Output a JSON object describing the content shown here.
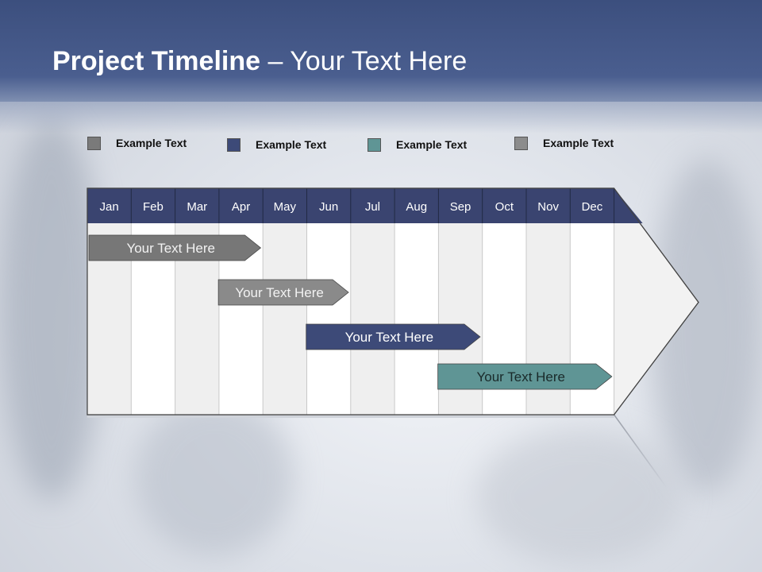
{
  "title": {
    "bold": "Project Timeline",
    "rest": " – Your Text Here"
  },
  "legend": [
    {
      "label": "Example Text",
      "color": "#7a7a7a"
    },
    {
      "label": "Example Text",
      "color": "#3d4a78"
    },
    {
      "label": "Example Text",
      "color": "#5f9595"
    },
    {
      "label": "Example Text",
      "color": "#8c8c8c"
    }
  ],
  "months": [
    "Jan",
    "Feb",
    "Mar",
    "Apr",
    "May",
    "Jun",
    "Jul",
    "Aug",
    "Sep",
    "Oct",
    "Nov",
    "Dec"
  ],
  "colors": {
    "header_band": "#3c4f7e",
    "month_bar": "#3a4470",
    "grid_line": "#c8c8c8",
    "column_shade": "#efefef"
  },
  "tasks": [
    {
      "label": "Your  Text Here",
      "start": 0,
      "end": 3.95,
      "color": "#777777"
    },
    {
      "label": "Your  Text Here",
      "start": 2.95,
      "end": 5.95,
      "color": "#8a8a8a"
    },
    {
      "label": "Your  Text Here",
      "start": 4.95,
      "end": 8.95,
      "color": "#3d4a78"
    },
    {
      "label": "Your  Text Here",
      "start": 7.95,
      "end": 11.95,
      "color": "#5f9595"
    }
  ]
}
